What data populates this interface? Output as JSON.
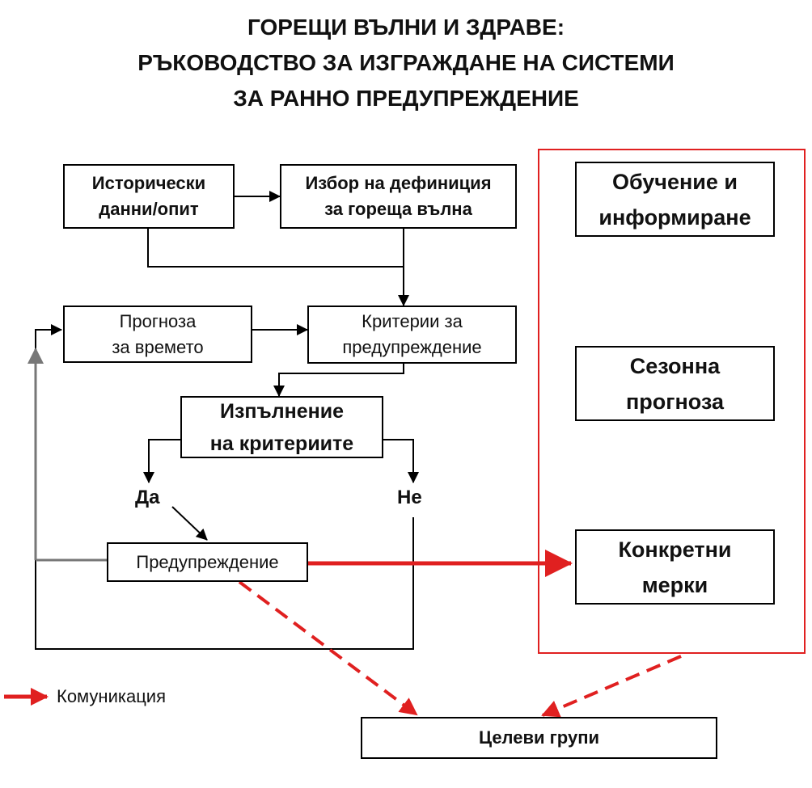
{
  "title": {
    "line1": "ГОРЕЩИ ВЪЛНИ И ЗДРАВЕ:",
    "line2": "РЪКОВОДСТВО ЗА ИЗГРАЖДАНЕ НА СИСТЕМИ",
    "line3": "ЗА РАННО ПРЕДУПРЕЖДЕНИЕ"
  },
  "boxes": {
    "historical": {
      "line1": "Исторически",
      "line2": "данни/опит"
    },
    "definition": {
      "line1": "Избор на дефиниция",
      "line2": "за гореща вълна"
    },
    "forecast": {
      "line1": "Прогноза",
      "line2": "за времето"
    },
    "criteria": {
      "line1": "Критерии за",
      "line2": "предупреждение"
    },
    "fulfilment": {
      "line1": "Изпълнение",
      "line2": "на критериите"
    },
    "warning": {
      "label": "Предупреждение"
    },
    "training": {
      "line1": "Обучение и",
      "line2": "информиране"
    },
    "seasonal": {
      "line1": "Сезонна",
      "line2": "прогноза"
    },
    "measures": {
      "line1": "Конкретни",
      "line2": "мерки"
    },
    "target": {
      "label": "Целеви групи"
    }
  },
  "decisions": {
    "yes": "Да",
    "no": "Не"
  },
  "legend": {
    "label": "Комуникация"
  },
  "colors": {
    "communication": "#e02020",
    "line": "#000000",
    "feedback": "#777777"
  }
}
